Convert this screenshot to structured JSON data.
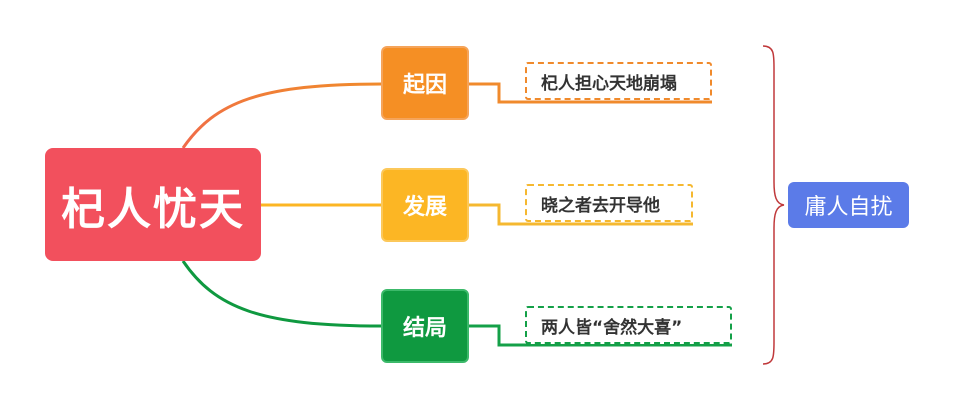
{
  "root": {
    "label": "杞人忧天"
  },
  "branches": [
    {
      "label": "起因",
      "leaf": "杞人担心天地崩塌"
    },
    {
      "label": "发展",
      "leaf": "晓之者去开导他"
    },
    {
      "label": "结局",
      "leaf": "两人皆“舍然大喜”"
    }
  ],
  "summary": {
    "label": "庸人自扰"
  },
  "colors": {
    "root": "#f2505d",
    "branch_1": "#f58f24",
    "branch_2": "#fcb624",
    "branch_3": "#0f9940",
    "summary": "#5b7be8",
    "brace": "#c0393b"
  }
}
